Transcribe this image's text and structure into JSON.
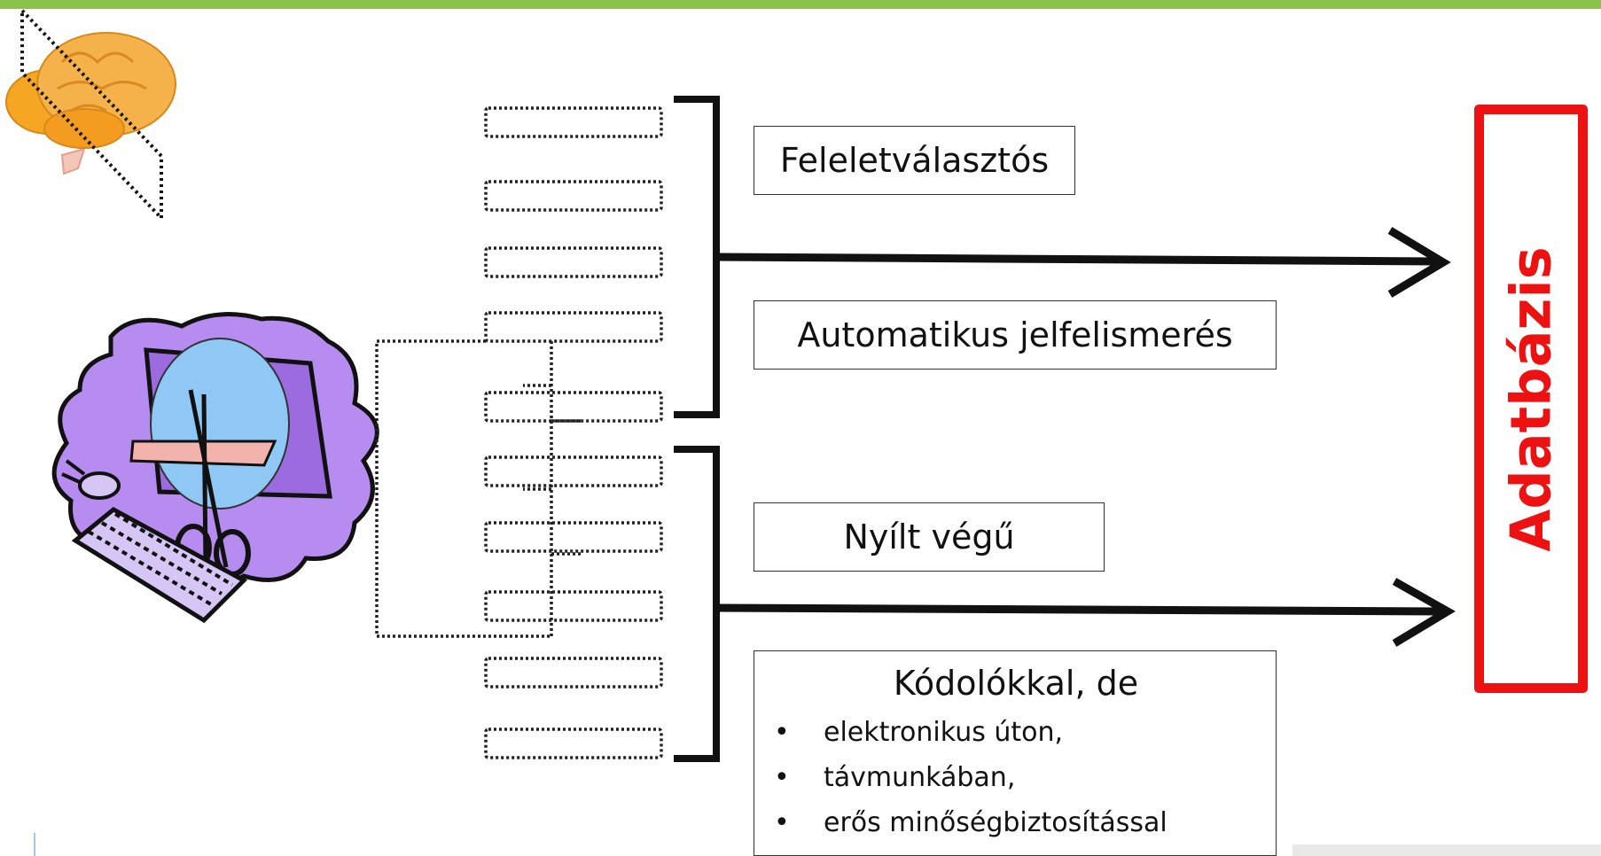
{
  "boxes": {
    "multiple_choice": "Feleletválasztós",
    "ocr": "Automatikus jelfelismerés",
    "open_ended": "Nyílt végű",
    "coders_heading": "Kódolókkal, de",
    "coders_items": [
      "elektronikus úton,",
      "távmunkában,",
      "erős minőségbiztosítással"
    ]
  },
  "database_label": "Adatbázis",
  "colors": {
    "accent_bar": "#8bc34a",
    "database": "#ee1111",
    "clipart_purple": "#b78cf0"
  },
  "icons": [
    "brain-icon",
    "computer-scissors-clipart"
  ],
  "form_slots": 10
}
